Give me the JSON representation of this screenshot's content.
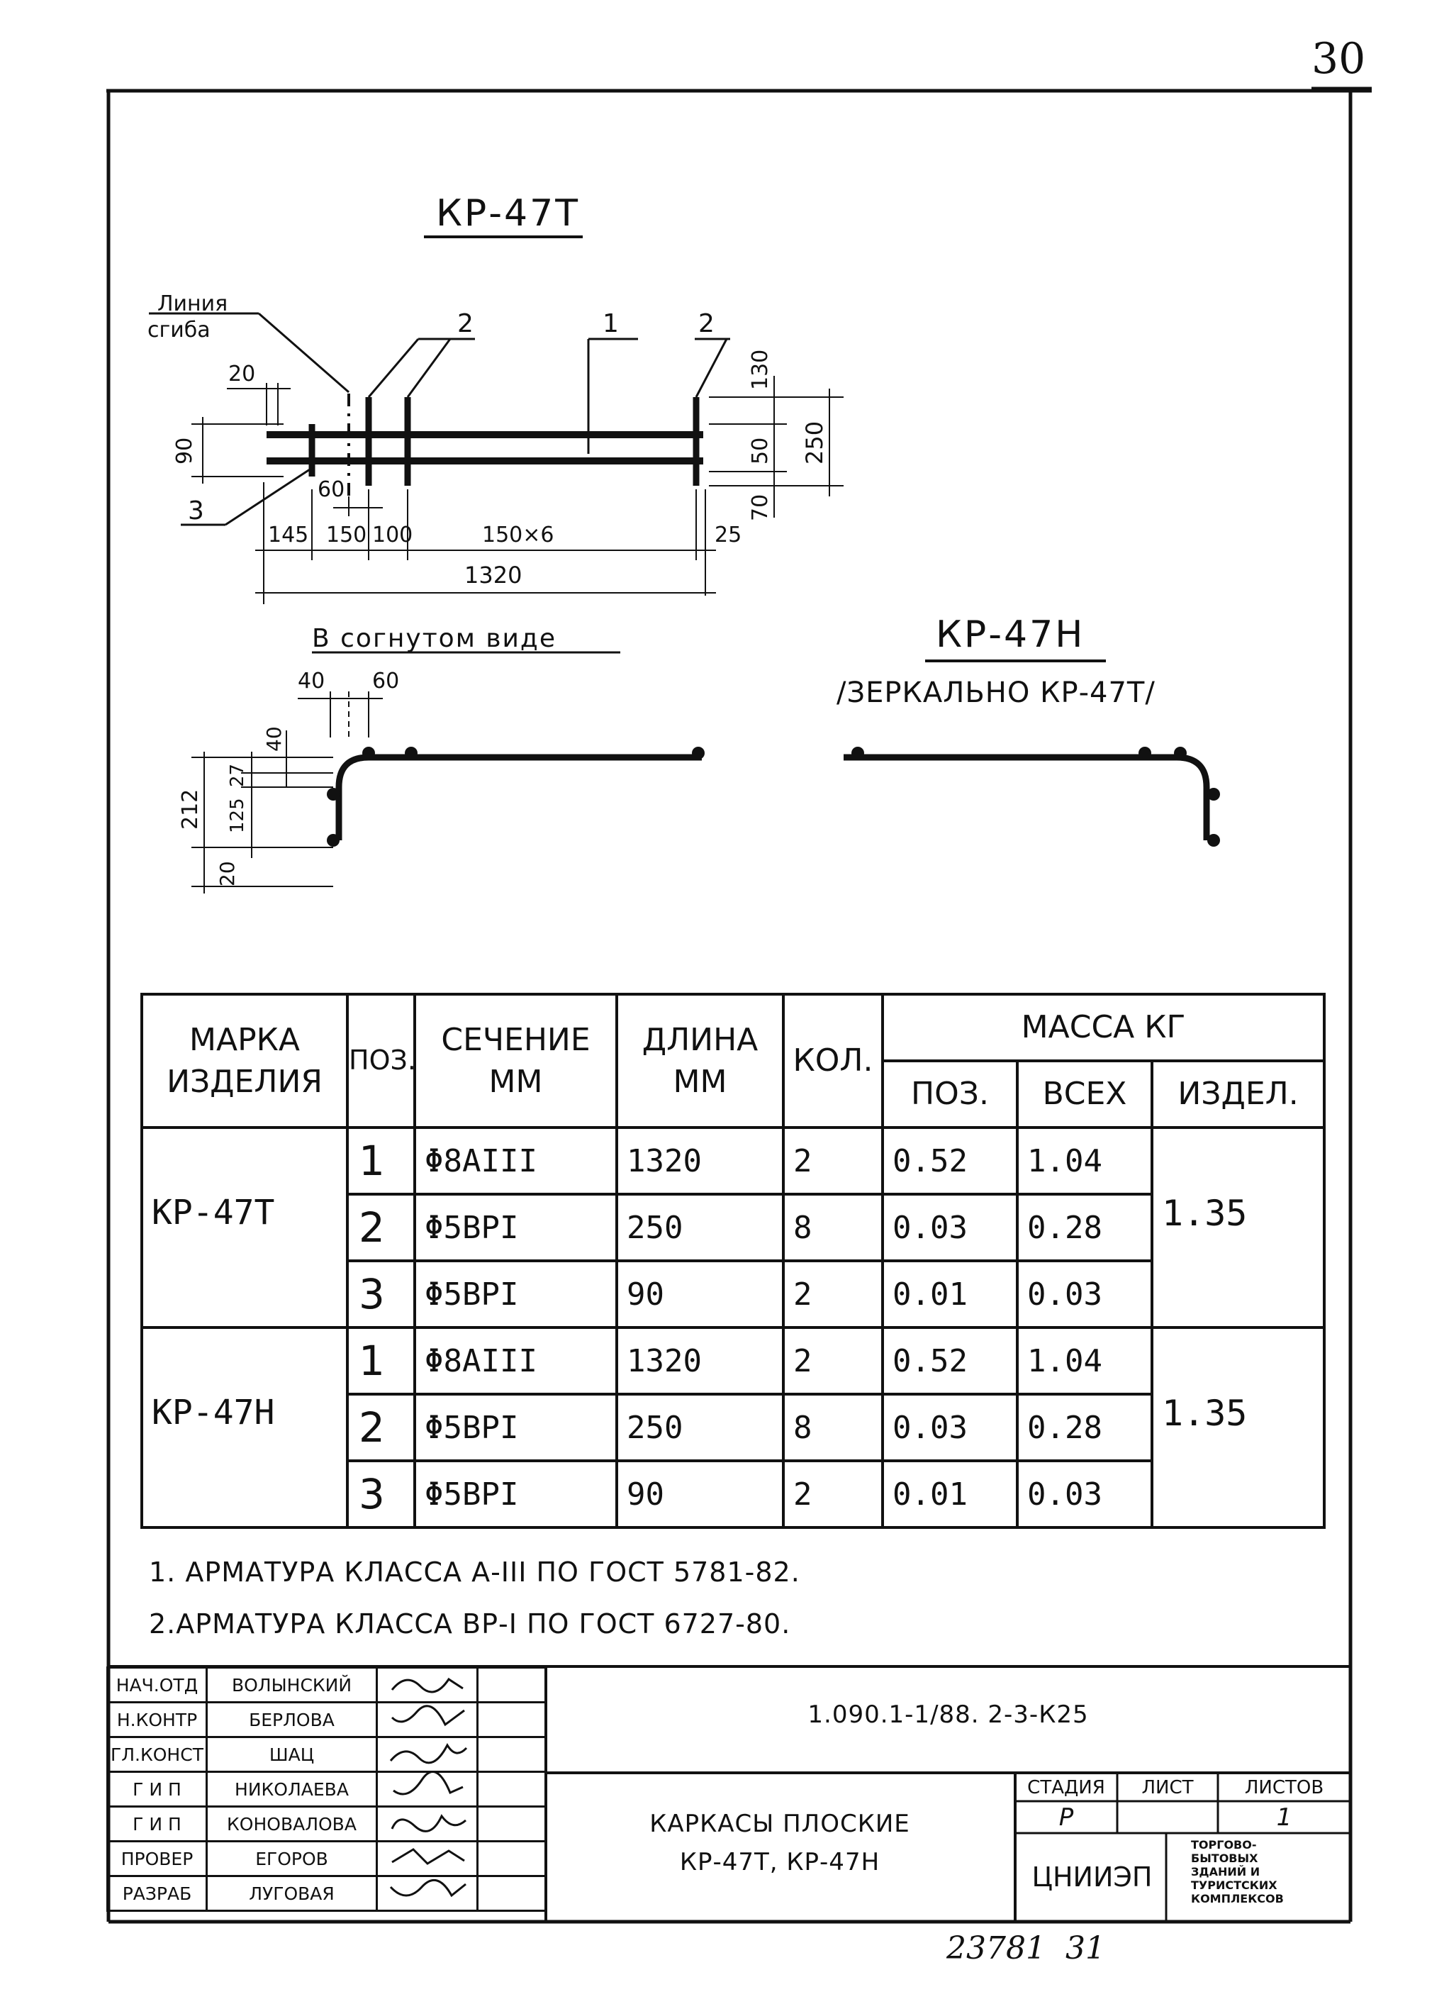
{
  "sheet": {
    "page_number": "30",
    "bottom_number": "23781  31"
  },
  "drawing": {
    "title_t": "КР-47Т",
    "title_h": "КР-47Н",
    "mirror_note": "/ЗЕРКАЛЬНО КР-47Т/",
    "bent_view_label": "В согнутом виде",
    "bend_line_label_1": "Линия",
    "bend_line_label_2": "сгиба",
    "pos_callouts": [
      "2",
      "1",
      "2",
      "3"
    ],
    "dims_top": [
      "20",
      "60"
    ],
    "dims_left": [
      "90"
    ],
    "dims_bottom": [
      "145",
      "150",
      "100",
      "150×6",
      "25"
    ],
    "dim_overall": "1320",
    "dims_right": [
      "130",
      "50",
      "70",
      "250"
    ],
    "bent_dims_top": [
      "40",
      "60"
    ],
    "bent_dims_left": [
      "40",
      "27",
      "125",
      "212",
      "20"
    ]
  },
  "spec_table": {
    "headers": {
      "mark": [
        "МАРКА",
        "ИЗДЕЛИЯ"
      ],
      "pos": "ПОЗ.",
      "section": [
        "СЕЧЕНИЕ",
        "ММ"
      ],
      "length": [
        "ДЛИНА",
        "ММ"
      ],
      "qty": "КОЛ.",
      "mass_group": "МАССА КГ",
      "mass_pos": "ПОЗ.",
      "mass_all": "ВСЕХ",
      "mass_item": "ИЗДЕЛ."
    },
    "groups": [
      {
        "mark": "КР-47Т",
        "total": "1.35",
        "rows": [
          {
            "pos": "1",
            "section": "Φ8AIII",
            "length": "1320",
            "qty": "2",
            "mass_pos": "0.52",
            "mass_all": "1.04"
          },
          {
            "pos": "2",
            "section": "Φ5BPI",
            "length": "250",
            "qty": "8",
            "mass_pos": "0.03",
            "mass_all": "0.28"
          },
          {
            "pos": "3",
            "section": "Φ5BPI",
            "length": "90",
            "qty": "2",
            "mass_pos": "0.01",
            "mass_all": "0.03"
          }
        ]
      },
      {
        "mark": "КР-47Н",
        "total": "1.35",
        "rows": [
          {
            "pos": "1",
            "section": "Φ8AIII",
            "length": "1320",
            "qty": "2",
            "mass_pos": "0.52",
            "mass_all": "1.04"
          },
          {
            "pos": "2",
            "section": "Φ5BPI",
            "length": "250",
            "qty": "8",
            "mass_pos": "0.03",
            "mass_all": "0.28"
          },
          {
            "pos": "3",
            "section": "Φ5BPI",
            "length": "90",
            "qty": "2",
            "mass_pos": "0.01",
            "mass_all": "0.03"
          }
        ]
      }
    ]
  },
  "notes": [
    "1. АРМАТУРА КЛАССА А-III ПО ГОСТ 5781-82.",
    "2.АРМАТУРА КЛАССА ВР-I ПО ГОСТ 6727-80."
  ],
  "title_block": {
    "document_code": "1.090.1-1/88. 2-3-К25",
    "title_line_1": "КАРКАСЫ ПЛОСКИЕ",
    "title_line_2": "КР-47Т, КР-47Н",
    "stage_label": "СТАДИЯ",
    "sheet_label": "ЛИСТ",
    "sheets_label": "ЛИСТОВ",
    "stage_value": "Р",
    "sheet_value": "",
    "sheets_value": "1",
    "organization": "ЦНИИЭП",
    "org_desc": [
      "ТОРГОВО-",
      "БЫТОВЫХ",
      "ЗДАНИЙ И",
      "ТУРИСТСКИХ",
      "КОМПЛЕКСОВ"
    ],
    "signatories": [
      {
        "role": "НАЧ.ОТД",
        "name": "ВОЛЫНСКИЙ"
      },
      {
        "role": "Н.КОНТР",
        "name": "БЕРЛОВА"
      },
      {
        "role": "ГЛ.КОНСТ",
        "name": "ШАЦ"
      },
      {
        "role": "Г И П",
        "name": "НИКОЛАЕВА"
      },
      {
        "role": "Г И П",
        "name": "КОНОВАЛОВА"
      },
      {
        "role": "ПРОВЕР",
        "name": "ЕГОРОВ"
      },
      {
        "role": "РАЗРАБ",
        "name": "ЛУГОВАЯ"
      }
    ]
  }
}
